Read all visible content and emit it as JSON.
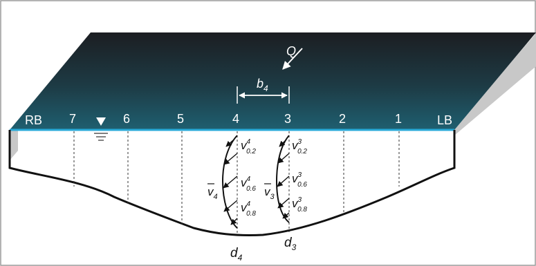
{
  "diagram": {
    "bank_left": "RB",
    "bank_right": "LB",
    "verticals": [
      "7",
      "6",
      "5",
      "4",
      "3",
      "2",
      "1"
    ],
    "flow_label": "Q",
    "width_label": {
      "main": "b",
      "sub": "4"
    },
    "vertical4": {
      "mean": {
        "main": "v",
        "sub": "4"
      },
      "depth": {
        "main": "d",
        "sub": "4"
      },
      "points": [
        {
          "main": "v",
          "sup": "4",
          "sub": "0.2"
        },
        {
          "main": "v",
          "sup": "4",
          "sub": "0.6"
        },
        {
          "main": "v",
          "sup": "4",
          "sub": "0.8"
        }
      ]
    },
    "vertical3": {
      "mean": {
        "main": "v",
        "sub": "3"
      },
      "depth": {
        "main": "d",
        "sub": "3"
      },
      "points": [
        {
          "main": "v",
          "sup": "3",
          "sub": "0.2"
        },
        {
          "main": "v",
          "sup": "3",
          "sub": "0.6"
        },
        {
          "main": "v",
          "sup": "3",
          "sub": "0.8"
        }
      ]
    },
    "colors": {
      "surface_dark": "#1c1e22",
      "surface_teal": "#1f5f70",
      "waterline": "#28a9d8",
      "side_wall": "#c8c8c8",
      "ink": "#111111"
    }
  }
}
